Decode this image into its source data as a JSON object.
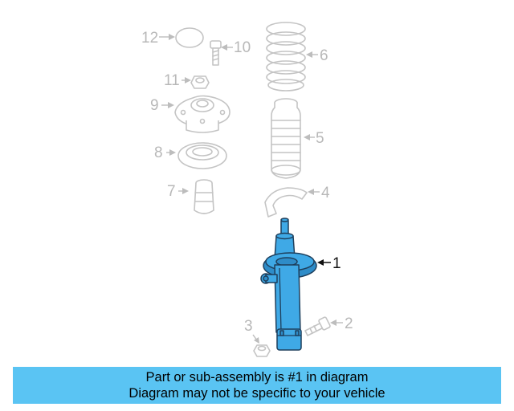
{
  "diagram": {
    "callouts": [
      "12",
      "10",
      "6",
      "11",
      "9",
      "5",
      "8",
      "7",
      "4",
      "1",
      "3",
      "2"
    ],
    "highlighted_part": "1"
  },
  "banner": {
    "line1": "Part or sub-assembly is #1 in diagram",
    "line2": "Diagram may not be specific to your vehicle"
  },
  "colors": {
    "highlight": "#3fa9e6",
    "banner": "#5ac4f3",
    "ghost": "#c4c4c4"
  }
}
